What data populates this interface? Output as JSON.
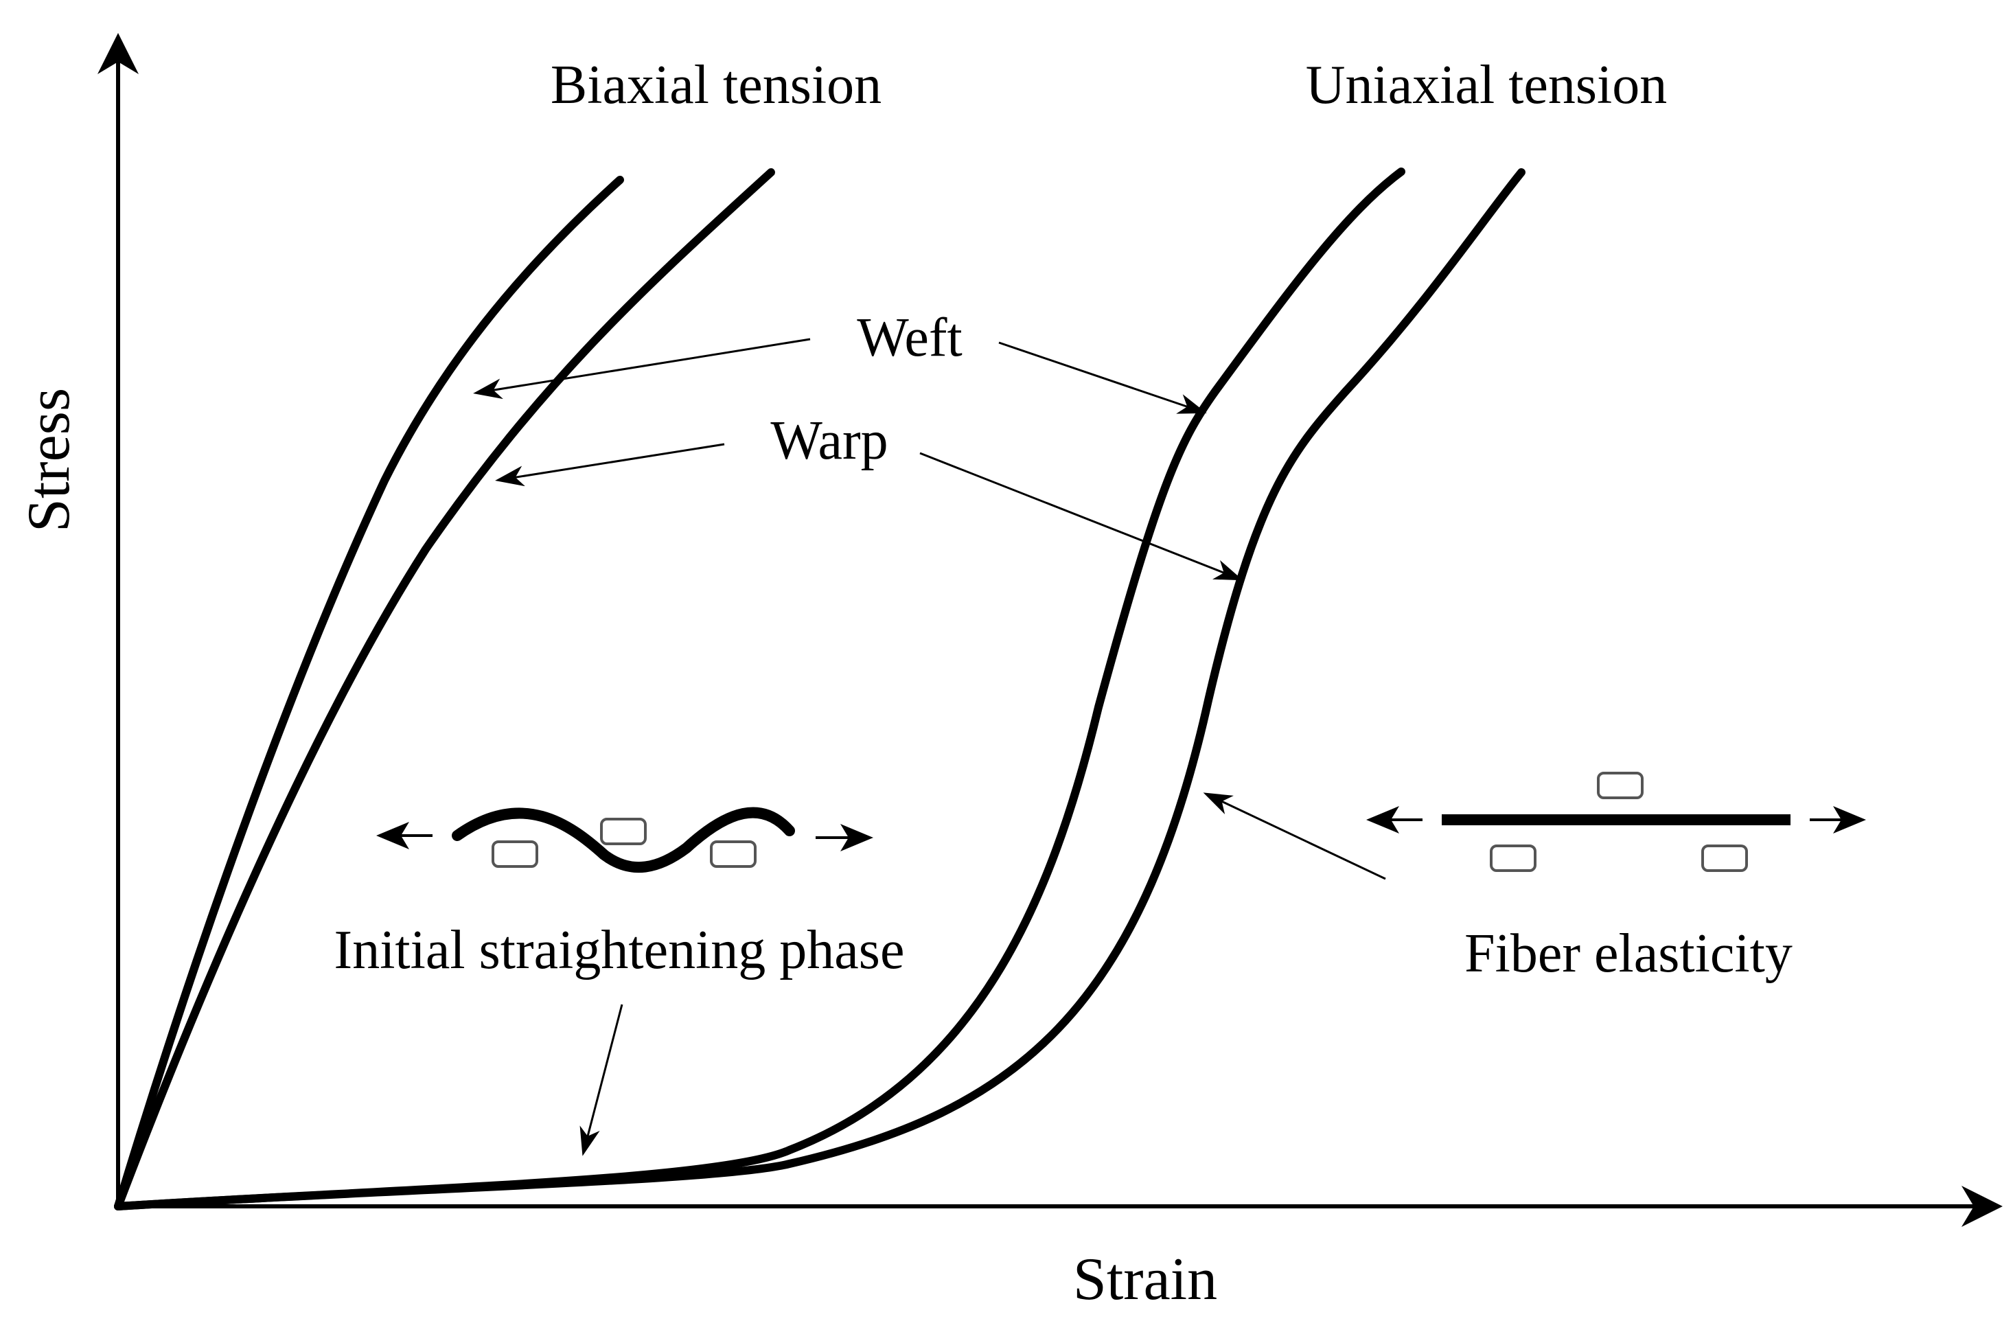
{
  "axes": {
    "x_label": "Strain",
    "y_label": "Stress"
  },
  "labels": {
    "biaxial": "Biaxial tension",
    "uniaxial": "Uniaxial tension",
    "weft": "Weft",
    "warp": "Warp",
    "initial_phase": "Initial straightening phase",
    "fiber_elasticity": "Fiber elasticity"
  },
  "curves": [
    {
      "name": "biaxial-weft",
      "group": "Biaxial tension",
      "direction": "Weft"
    },
    {
      "name": "biaxial-warp",
      "group": "Biaxial tension",
      "direction": "Warp"
    },
    {
      "name": "uniaxial-weft",
      "group": "Uniaxial tension",
      "direction": "Weft"
    },
    {
      "name": "uniaxial-warp",
      "group": "Uniaxial tension",
      "direction": "Warp"
    }
  ],
  "colors": {
    "stroke": "#000000",
    "roller_outline": "#555555",
    "background": "#ffffff"
  }
}
